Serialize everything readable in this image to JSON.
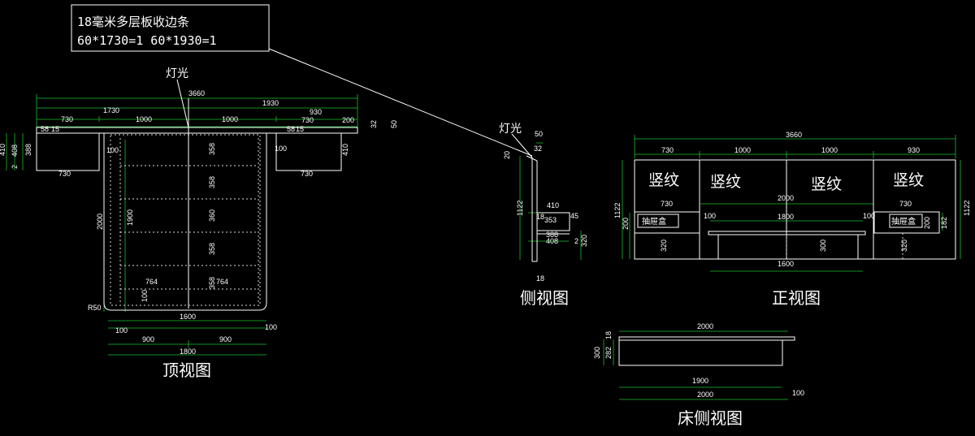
{
  "note": {
    "line1": "18毫米多层板收边条",
    "line2": "60*1730=1   60*1930=1"
  },
  "captions": {
    "top_view": "顶视图",
    "side_view": "侧视图",
    "front_view": "正视图",
    "bed_side_view": "床侧视图"
  },
  "labels": {
    "light_top": "灯光",
    "light_side": "灯光",
    "vertical_grain": "竖纹",
    "drawer": "抽屉盒"
  },
  "colors": {
    "background": "#000000",
    "lines": "#ffffff",
    "dimension_lines": "#18c02a"
  },
  "dims": {
    "top": [
      "3660",
      "1930",
      "1730",
      "930",
      "730",
      "1000",
      "1000",
      "730",
      "200",
      "32",
      "50",
      "58",
      "15",
      "58",
      "15",
      "410",
      "408",
      "388",
      "2",
      "410",
      "100",
      "100",
      "730",
      "730",
      "358",
      "358",
      "360",
      "358",
      "358",
      "2000",
      "1900",
      "764",
      "764",
      "100",
      "R50",
      "1600",
      "100",
      "100",
      "900",
      "900",
      "1800"
    ],
    "side": [
      "50",
      "32",
      "20",
      "1122",
      "410",
      "18",
      "353",
      "45",
      "388",
      "408",
      "2",
      "320",
      "18"
    ],
    "front": [
      "3660",
      "730",
      "1000",
      "1000",
      "930",
      "2000",
      "730",
      "730",
      "1122",
      "200",
      "100",
      "1800",
      "100",
      "200",
      "182",
      "1122",
      "320",
      "300",
      "320",
      "1600"
    ],
    "bed": [
      "2000",
      "18",
      "282",
      "300",
      "1900",
      "2000",
      "100"
    ]
  }
}
